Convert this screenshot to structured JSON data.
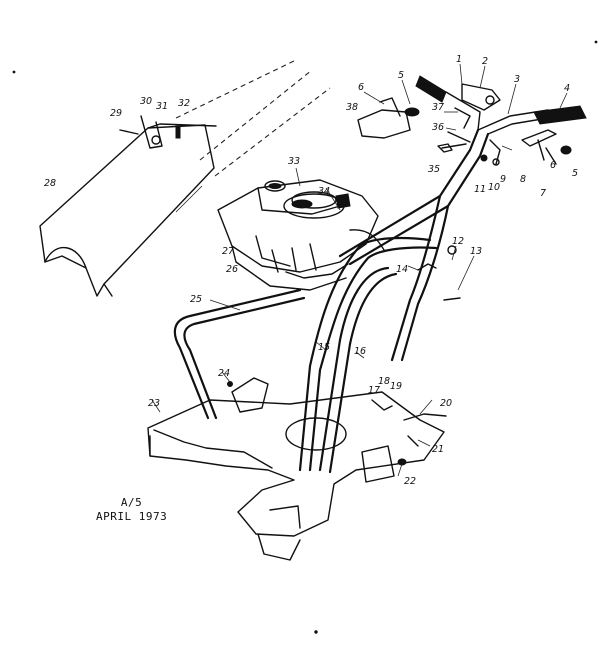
{
  "callouts": [
    {
      "id": "c1",
      "label": "1"
    },
    {
      "id": "c2",
      "label": "2"
    },
    {
      "id": "c3",
      "label": "3"
    },
    {
      "id": "c4",
      "label": "4"
    },
    {
      "id": "c5a",
      "label": "5"
    },
    {
      "id": "c5b",
      "label": "5"
    },
    {
      "id": "c6a",
      "label": "6"
    },
    {
      "id": "c6b",
      "label": "6"
    },
    {
      "id": "c7",
      "label": "7"
    },
    {
      "id": "c8",
      "label": "8"
    },
    {
      "id": "c9",
      "label": "9"
    },
    {
      "id": "c10",
      "label": "10"
    },
    {
      "id": "c11",
      "label": "11"
    },
    {
      "id": "c12",
      "label": "12"
    },
    {
      "id": "c13",
      "label": "13"
    },
    {
      "id": "c14",
      "label": "14"
    },
    {
      "id": "c15",
      "label": "15"
    },
    {
      "id": "c16",
      "label": "16"
    },
    {
      "id": "c17",
      "label": "17"
    },
    {
      "id": "c18",
      "label": "18"
    },
    {
      "id": "c19",
      "label": "19"
    },
    {
      "id": "c20",
      "label": "20"
    },
    {
      "id": "c21",
      "label": "21"
    },
    {
      "id": "c22",
      "label": "22"
    },
    {
      "id": "c23",
      "label": "23"
    },
    {
      "id": "c24",
      "label": "24"
    },
    {
      "id": "c25",
      "label": "25"
    },
    {
      "id": "c26",
      "label": "26"
    },
    {
      "id": "c27",
      "label": "27"
    },
    {
      "id": "c28",
      "label": "28"
    },
    {
      "id": "c29",
      "label": "29"
    },
    {
      "id": "c30",
      "label": "30"
    },
    {
      "id": "c31",
      "label": "31"
    },
    {
      "id": "c32",
      "label": "32"
    },
    {
      "id": "c33",
      "label": "33"
    },
    {
      "id": "c34",
      "label": "34"
    },
    {
      "id": "c35",
      "label": "35"
    },
    {
      "id": "c36",
      "label": "36"
    },
    {
      "id": "c37",
      "label": "37"
    },
    {
      "id": "c38",
      "label": "38"
    }
  ],
  "caption": {
    "line1": "A/5",
    "line2": "APRIL 1973"
  }
}
